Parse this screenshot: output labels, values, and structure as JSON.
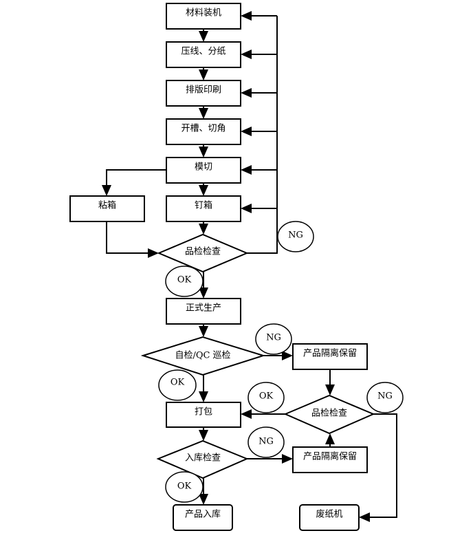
{
  "nodes": {
    "load": "材料装机",
    "crease": "压线、分纸",
    "print": "排版印刷",
    "slot": "开槽、切角",
    "diecut": "模切",
    "staple": "钉箱",
    "glue": "粘箱",
    "inspect1": "品检检查",
    "production": "正式生产",
    "qc": "自检/QC 巡检",
    "isolate1": "产品隔离保留",
    "pack": "打包",
    "inspect2": "品检检查",
    "stock_check": "入库检查",
    "isolate2": "产品隔离保留",
    "warehouse": "产品入库",
    "scrap": "废纸机"
  },
  "labels": {
    "ng1": "NG",
    "ok1": "OK",
    "ng2": "NG",
    "ok2": "OK",
    "ok3": "OK",
    "ng3": "NG",
    "ng4": "NG",
    "ok4": "OK"
  }
}
